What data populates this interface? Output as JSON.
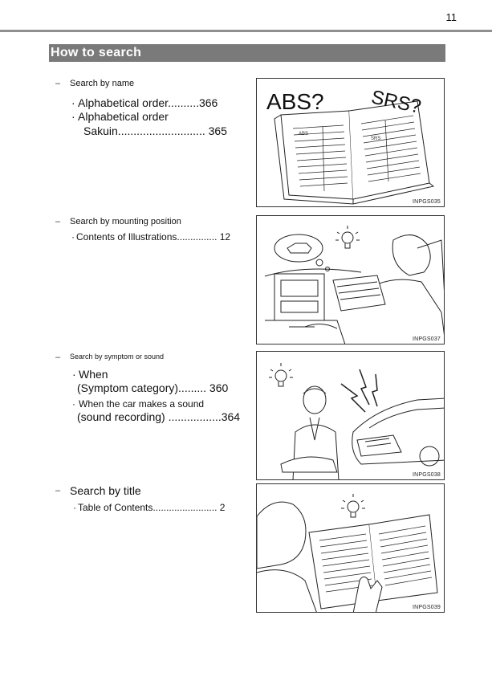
{
  "page": {
    "number": "11",
    "section_title": "How to search"
  },
  "entries": [
    {
      "heading": "Search by name",
      "lines": [
        {
          "bullet": "·",
          "text": "Alphabetical order..........366"
        },
        {
          "bullet": "·",
          "text": "Alphabetical order"
        },
        {
          "bullet": "",
          "text": "Sakuin............................ 365"
        }
      ],
      "figure": {
        "code": "INPGS035",
        "labels": [
          "ABS?",
          "SRS?"
        ],
        "mini_labels": [
          "ABS",
          "SRS"
        ]
      }
    },
    {
      "heading": "Search by mounting position",
      "lines": [
        {
          "bullet": "·",
          "text": "Contents of Illustrations............... 12"
        }
      ],
      "figure": {
        "code": "INPGS037"
      }
    },
    {
      "heading": "Search by symptom or sound",
      "lines": [
        {
          "bullet": "·",
          "text": "When"
        },
        {
          "bullet": "",
          "text": "(Symptom category)......... 360"
        },
        {
          "bullet": "·",
          "text": "When the car makes a sound"
        },
        {
          "bullet": "",
          "text": "(sound recording) .................364"
        }
      ],
      "figure": {
        "code": "INPGS038"
      }
    },
    {
      "heading": "Search by title",
      "lines": [
        {
          "bullet": "·",
          "text": "Table of Contents........................ 2"
        }
      ],
      "figure": {
        "code": "INPGS039"
      }
    }
  ]
}
